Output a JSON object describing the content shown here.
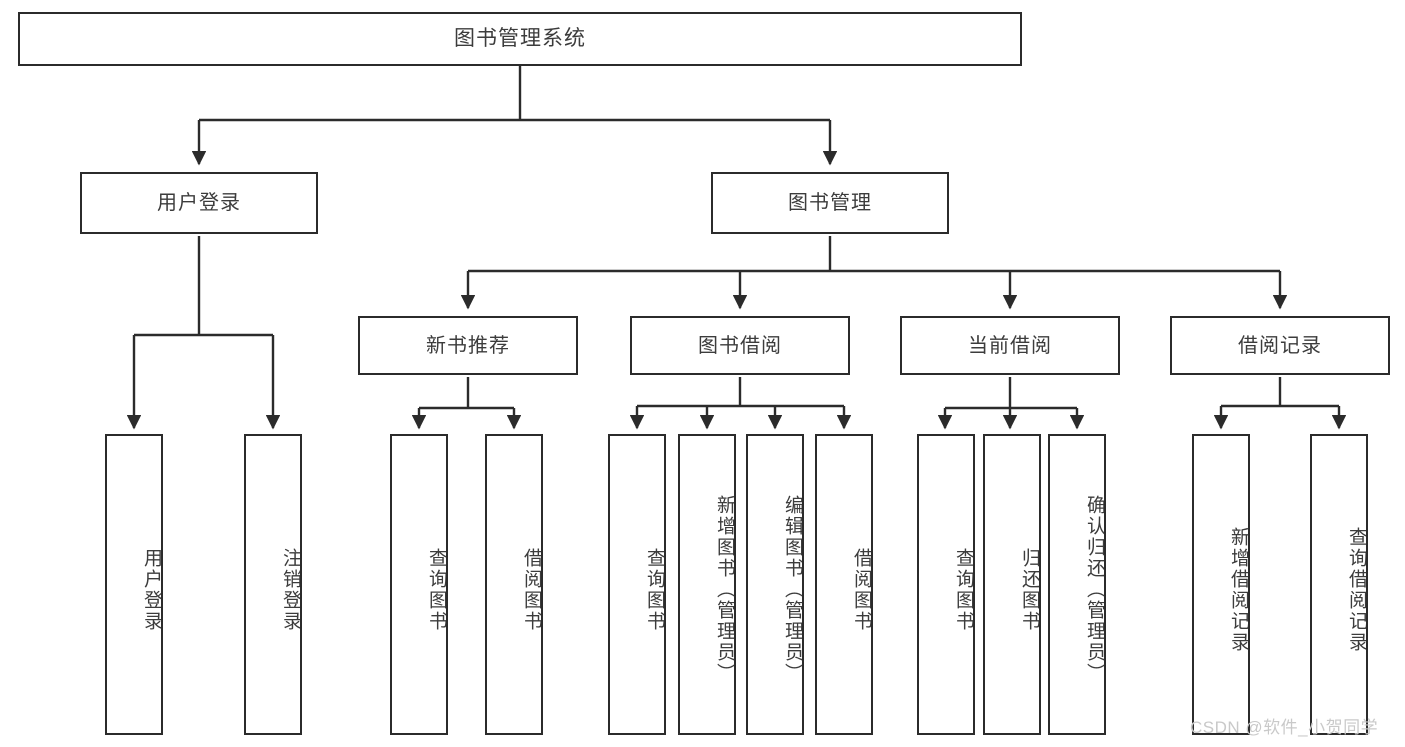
{
  "diagram": {
    "type": "tree-hierarchy-chart",
    "title": "图书管理系统",
    "root": {
      "label": "图书管理系统"
    },
    "level1": [
      {
        "id": "user-login",
        "label": "用户登录"
      },
      {
        "id": "book-management",
        "label": "图书管理"
      }
    ],
    "level2": [
      {
        "id": "new-book-recommend",
        "label": "新书推荐",
        "parent": "book-management"
      },
      {
        "id": "book-borrow",
        "label": "图书借阅",
        "parent": "book-management"
      },
      {
        "id": "current-borrow",
        "label": "当前借阅",
        "parent": "book-management"
      },
      {
        "id": "borrow-record",
        "label": "借阅记录",
        "parent": "book-management"
      }
    ],
    "leaves": {
      "user_login": [
        {
          "id": "leaf-user-login",
          "label": "用户登录"
        },
        {
          "id": "leaf-logout-login",
          "label": "注销登录"
        }
      ],
      "new_book_recommend": [
        {
          "id": "leaf-query-book-1",
          "label": "查询图书"
        },
        {
          "id": "leaf-borrow-book-1",
          "label": "借阅图书"
        }
      ],
      "book_borrow": [
        {
          "id": "leaf-query-book-2",
          "label": "查询图书"
        },
        {
          "id": "leaf-add-book",
          "label": "新增图书（管理员）"
        },
        {
          "id": "leaf-edit-book",
          "label": "编辑图书（管理员）"
        },
        {
          "id": "leaf-borrow-book-2",
          "label": "借阅图书"
        }
      ],
      "current_borrow": [
        {
          "id": "leaf-query-book-3",
          "label": "查询图书"
        },
        {
          "id": "leaf-return-book",
          "label": "归还图书"
        },
        {
          "id": "leaf-confirm-return",
          "label": "确认归还（管理员）"
        }
      ],
      "borrow_record": [
        {
          "id": "leaf-add-record",
          "label": "新增借阅记录"
        },
        {
          "id": "leaf-query-record",
          "label": "查询借阅记录"
        }
      ]
    },
    "colors": {
      "border": "#2b2b2b",
      "text": "#3c3c3c",
      "background": "#ffffff",
      "connector": "#2b2b2b",
      "watermark": "#c9c9c9"
    }
  },
  "watermark": {
    "text": "CSDN @软件_小贺同学"
  }
}
